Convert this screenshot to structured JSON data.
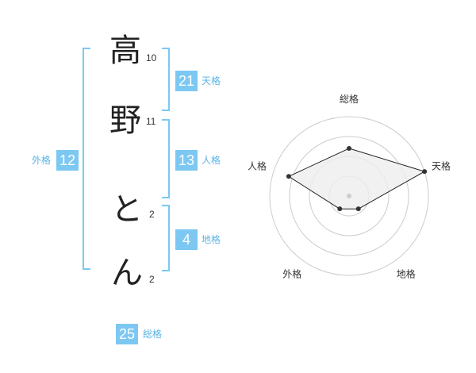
{
  "name": {
    "chars": [
      {
        "char": "高",
        "strokes": "10"
      },
      {
        "char": "野",
        "strokes": "11"
      },
      {
        "char": "と",
        "strokes": "2"
      },
      {
        "char": "ん",
        "strokes": "2"
      }
    ]
  },
  "kakusu": {
    "tenkaku": {
      "value": "21",
      "label": "天格"
    },
    "jinkaku": {
      "value": "13",
      "label": "人格"
    },
    "chikaku": {
      "value": "4",
      "label": "地格"
    },
    "gaikaku": {
      "value": "12",
      "label": "外格"
    },
    "soukaku": {
      "value": "25",
      "label": "総格"
    }
  },
  "colors": {
    "accent": "#7cc8f2",
    "accent_text": "#5ab4e6",
    "ink": "#222222",
    "radar_fill": "#eeeeee"
  },
  "chart_data": {
    "type": "radar",
    "axes": [
      "総格",
      "天格",
      "地格",
      "外格",
      "人格"
    ],
    "values": [
      3,
      5,
      1,
      1,
      4
    ],
    "rmax": 5,
    "rings": 4
  }
}
